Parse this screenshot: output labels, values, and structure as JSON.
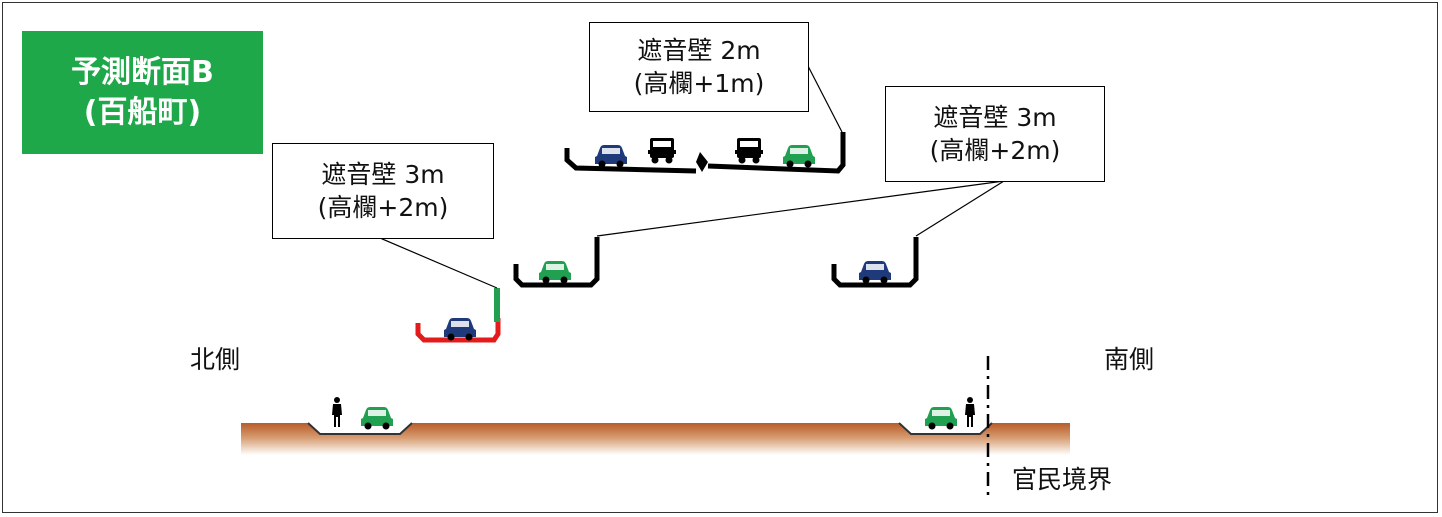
{
  "title": {
    "line1": "予測断面B",
    "line2": "(百船町)"
  },
  "callouts": [
    {
      "line1": "遮音壁 2m",
      "line2": "(高欄+1m)"
    },
    {
      "line1": "遮音壁 3m",
      "line2": "(高欄+2m)"
    },
    {
      "line1": "遮音壁 3m",
      "line2": "(高欄+2m)"
    }
  ],
  "labels": {
    "north": "北側",
    "south": "南側",
    "boundary": "官民境界"
  },
  "colors": {
    "title_bg": "#1fa84a",
    "ground": "#b85c2a",
    "car_blue": "#1f3a7a",
    "car_green": "#20a050",
    "structure_new": "#e31b1b",
    "wall": "#20a050"
  }
}
